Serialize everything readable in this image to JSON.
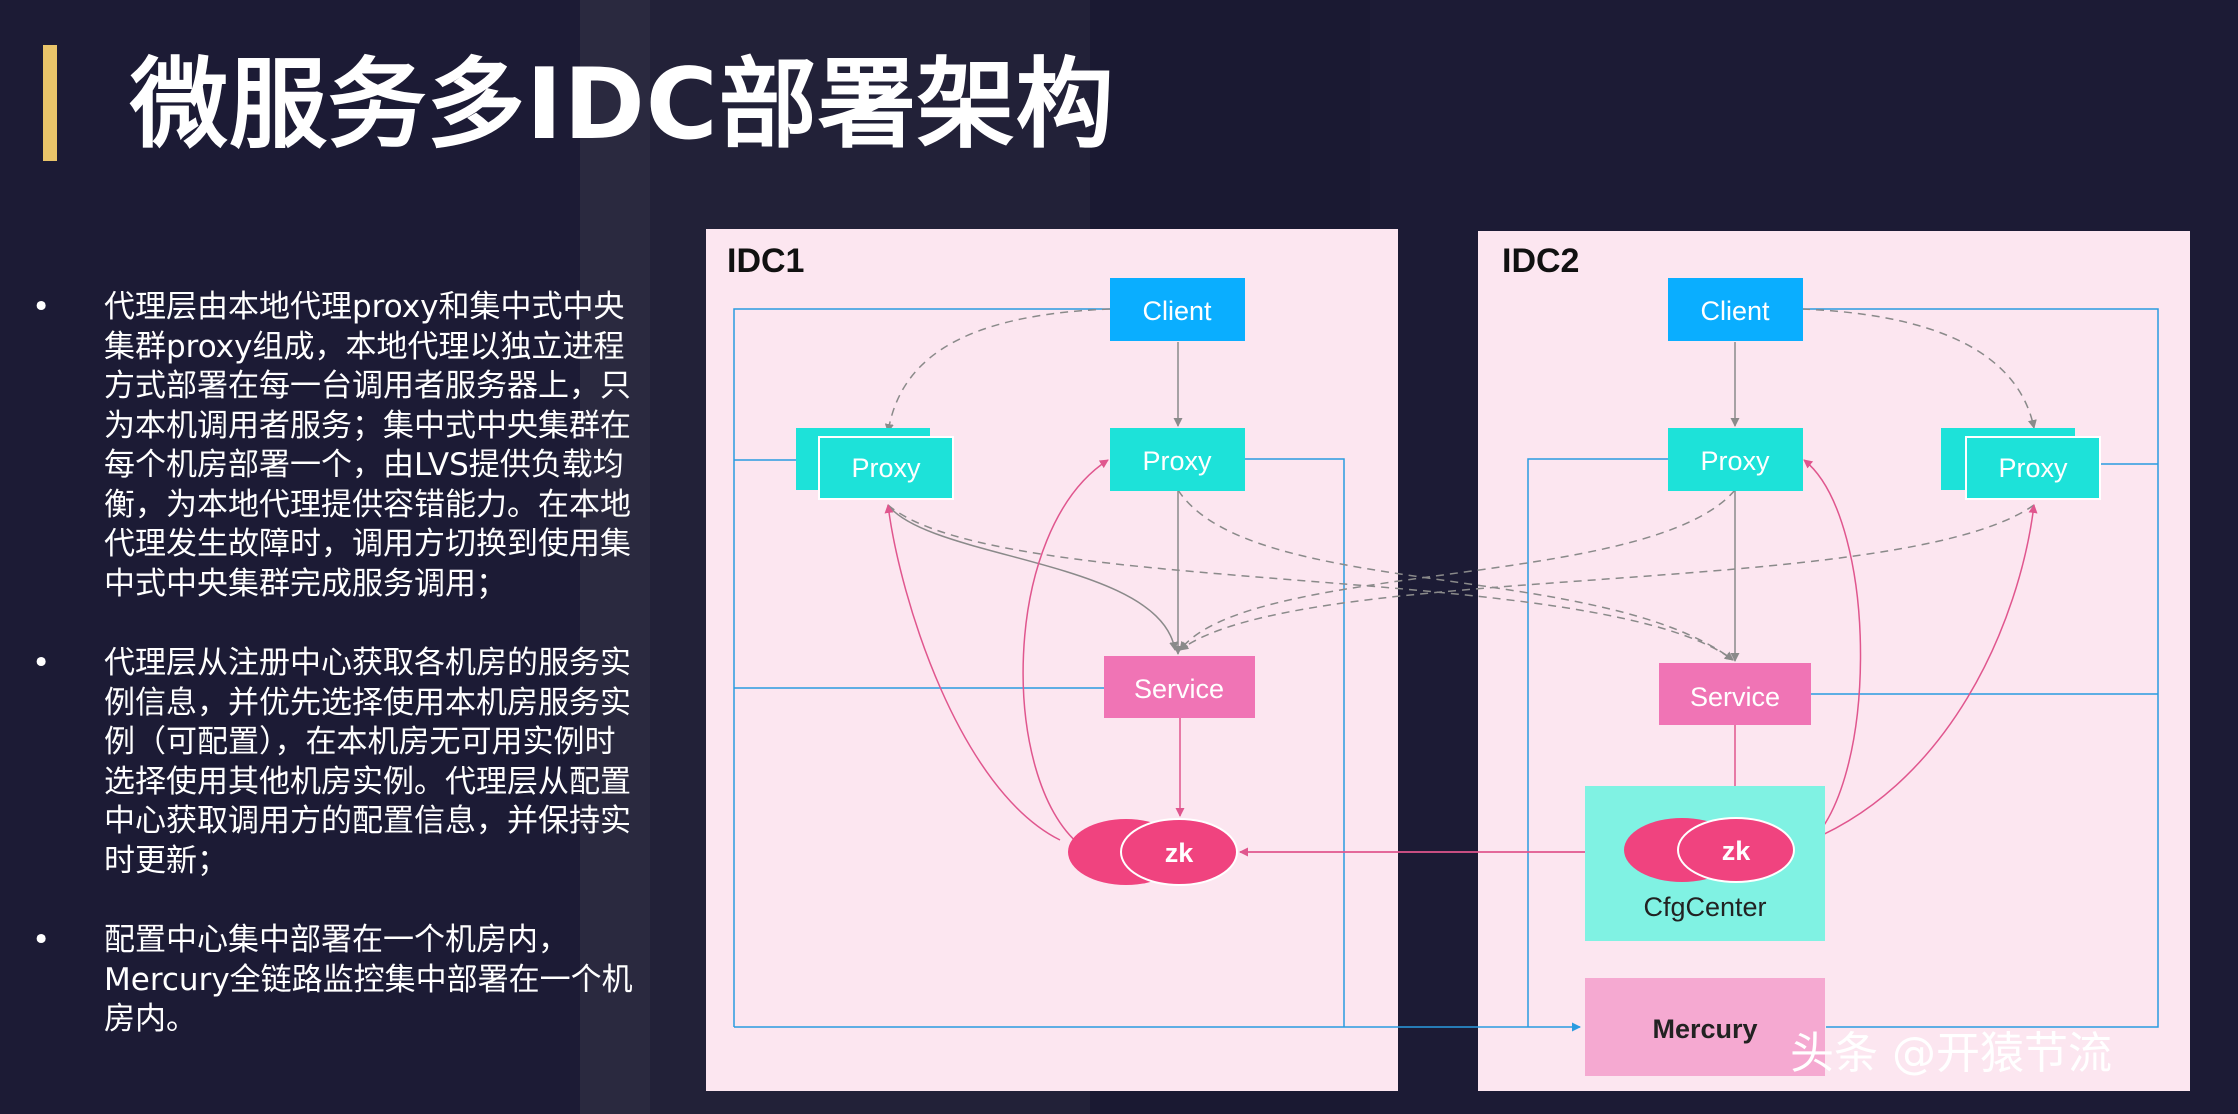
{
  "slide": {
    "title": "微服务多IDC部署架构",
    "bullets": [
      {
        "marker": "•",
        "lines": [
          "代理层由本地代理proxy和集中式中央",
          "集群proxy组成，本地代理以独立进程",
          "方式部署在每一台调用者服务器上，只",
          "为本机调用者服务；集中式中央集群在",
          "每个机房部署一个，由LVS提供负载均",
          "衡，为本地代理提供容错能力。在本地",
          "代理发生故障时，调用方切换到使用集",
          "中式中央集群完成服务调用；"
        ]
      },
      {
        "marker": "•",
        "lines": [
          "代理层从注册中心获取各机房的服务实",
          "例信息，并优先选择使用本机房服务实",
          "例（可配置），在本机房无可用实例时",
          "选择使用其他机房实例。代理层从配置",
          "中心获取调用方的配置信息，并保持实",
          "时更新；"
        ]
      },
      {
        "marker": "•",
        "lines": [
          "配置中心集中部署在一个机房内，",
          "Mercury全链路监控集中部署在一个机",
          "房内。"
        ]
      }
    ]
  },
  "diagram": {
    "idc1": {
      "title": "IDC1",
      "client": "Client",
      "local_proxy": "Proxy",
      "central_proxy": "Proxy",
      "service": "Service",
      "zk": "zk"
    },
    "idc2": {
      "title": "IDC2",
      "client": "Client",
      "central_proxy": "Proxy",
      "local_proxy": "Proxy",
      "service": "Service",
      "zk": "zk",
      "cfgcenter": "CfgCenter",
      "mercury": "Mercury"
    }
  },
  "watermark": "头条 @开猿节流",
  "colors": {
    "background": "#1c1b35",
    "accent": "#e9c46a",
    "panel": "#fce6f0",
    "client": "#0aaeff",
    "proxy": "#1de2d9",
    "service": "#f074b5",
    "zk": "#f0437f",
    "cfgcenter": "#80f2e3",
    "mercury": "#f5a9d1",
    "connector_blue": "#2a9be0",
    "connector_pink": "#e0568e",
    "connector_gray": "#8a8a8a"
  }
}
